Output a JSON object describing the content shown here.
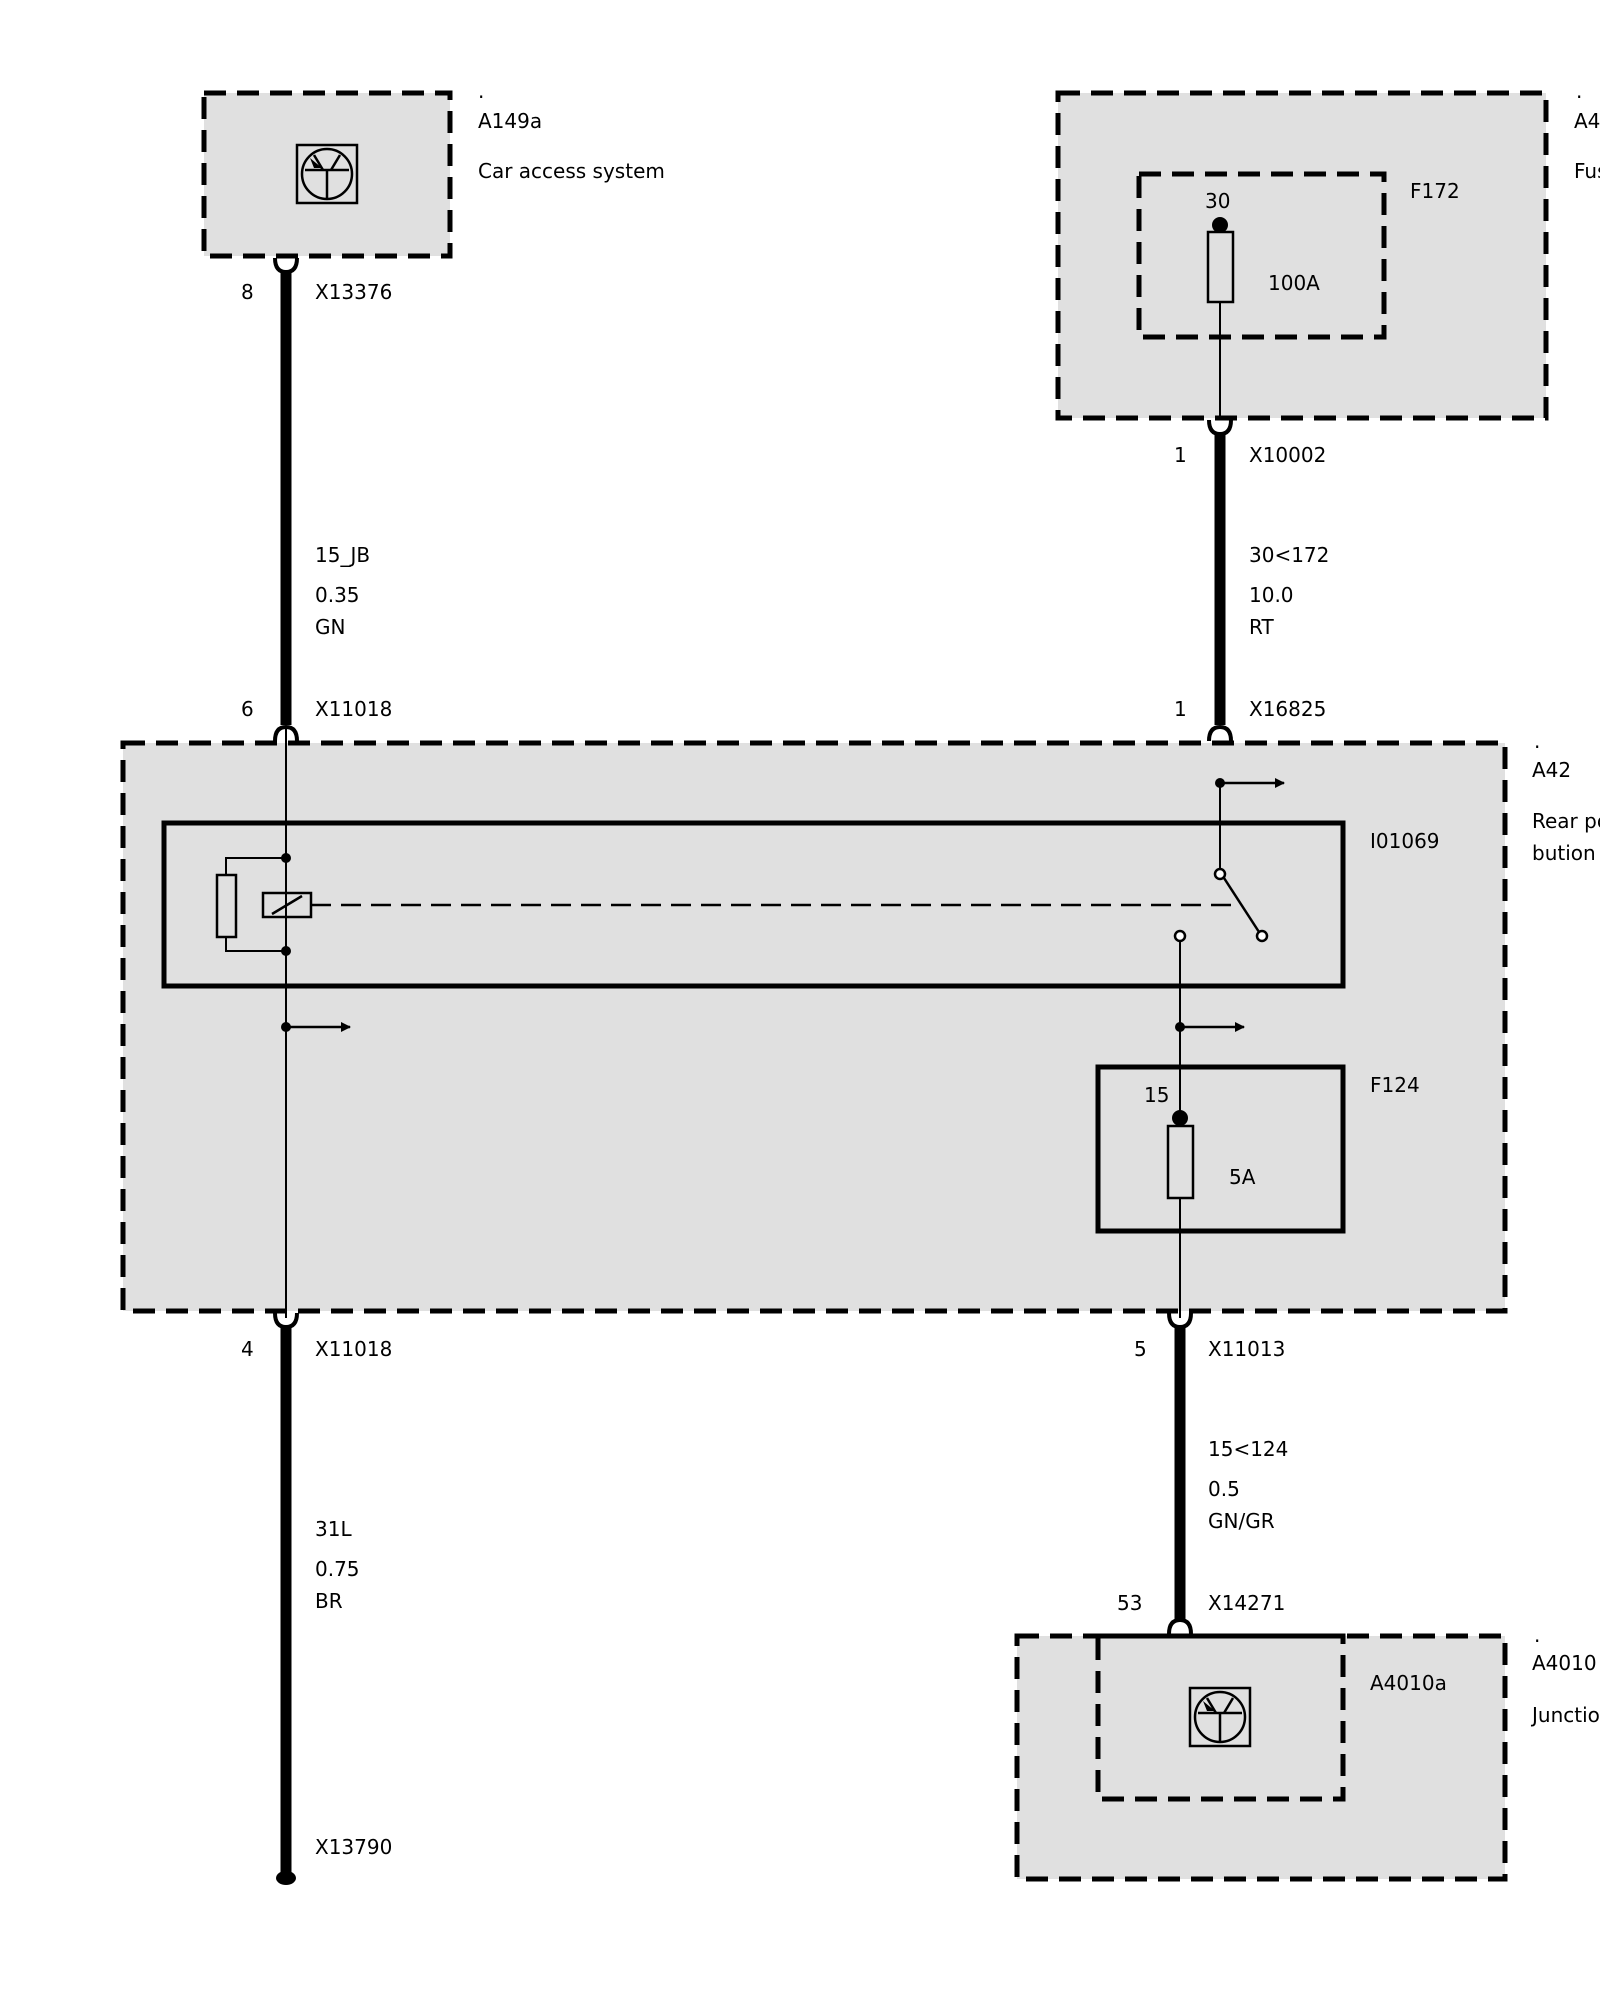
{
  "components": {
    "a149a": {
      "dot": ".",
      "id": "A149a",
      "name": "Car access system"
    },
    "a4": {
      "dot": ".",
      "id": "A4",
      "name": "Fus"
    },
    "a42": {
      "dot": ".",
      "id": "A42",
      "name_line1": "Rear po",
      "name_line2": "bution l"
    },
    "a4010": {
      "dot": ".",
      "id": "A4010",
      "name": "Junction"
    },
    "a4010a": {
      "id": "A4010a"
    },
    "f172": {
      "id": "F172",
      "terminal": "30",
      "rating": "100A"
    },
    "f124": {
      "id": "F124",
      "terminal": "15",
      "rating": "5A"
    },
    "relay": {
      "id": "I01069"
    }
  },
  "connectors": {
    "x13376": {
      "pin": "8",
      "id": "X13376"
    },
    "x10002": {
      "pin": "1",
      "id": "X10002"
    },
    "x11018_top": {
      "pin": "6",
      "id": "X11018"
    },
    "x16825": {
      "pin": "1",
      "id": "X16825"
    },
    "x11018_bottom": {
      "pin": "4",
      "id": "X11018"
    },
    "x11013": {
      "pin": "5",
      "id": "X11013"
    },
    "x14271": {
      "pin": "53",
      "id": "X14271"
    },
    "x13790": {
      "id": "X13790"
    }
  },
  "wires": {
    "w15jb": {
      "signal": "15_JB",
      "size": "0.35",
      "color": "GN"
    },
    "w30": {
      "signal": "30<172",
      "size": "10.0",
      "color": "RT"
    },
    "w31l": {
      "signal": "31L",
      "size": "0.75",
      "color": "BR"
    },
    "w15": {
      "signal": "15<124",
      "size": "0.5",
      "color": "GN/GR"
    }
  }
}
